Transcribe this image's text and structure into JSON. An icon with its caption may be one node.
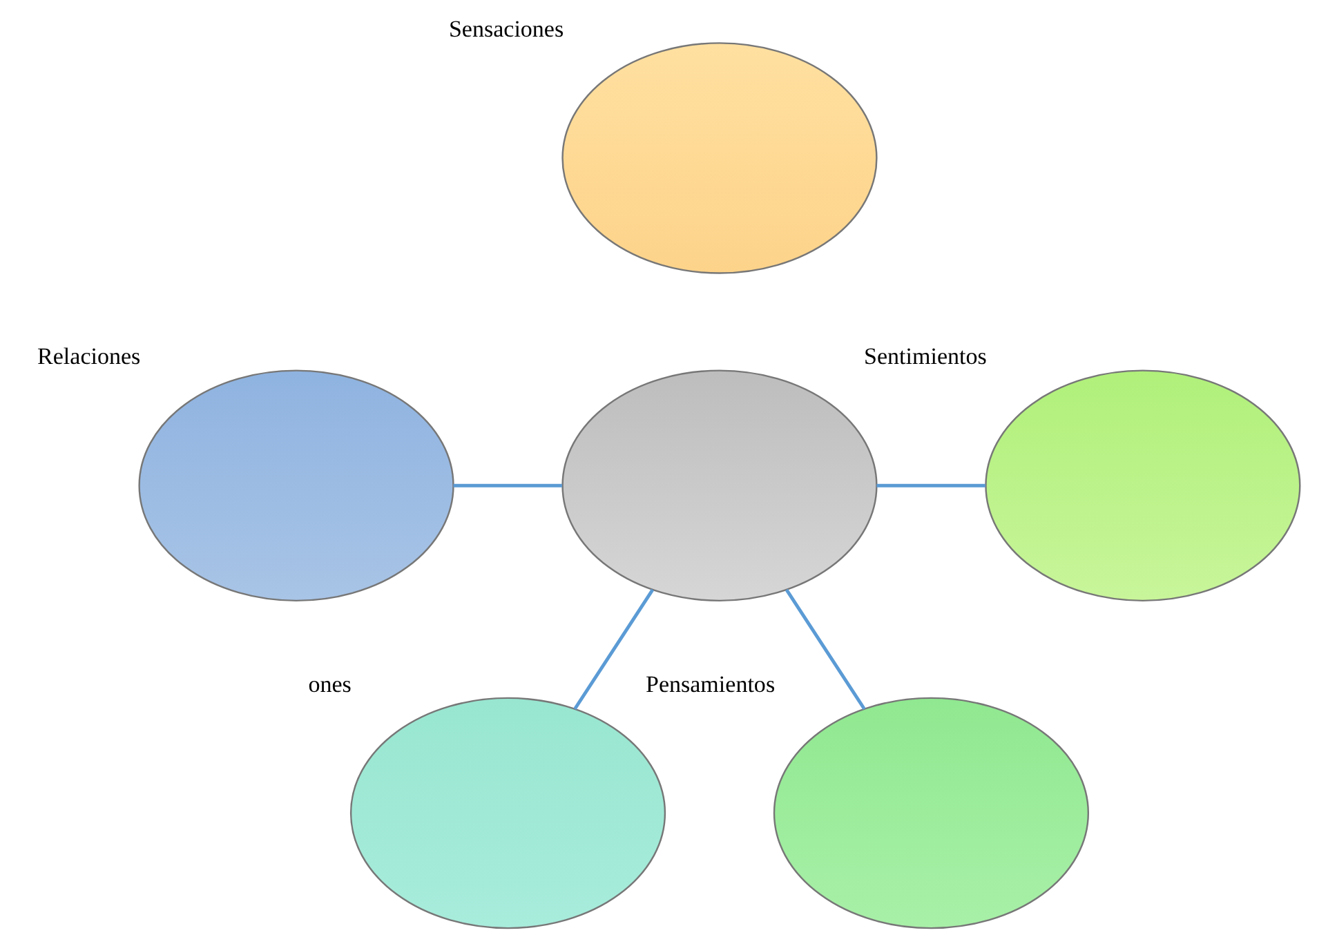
{
  "diagram": {
    "nodes": [
      {
        "text": [],
        "shape": "ellipse",
        "beside": [
          "Sensaciones"
        ]
      },
      {
        "text": [],
        "shape": "ellipse",
        "beside": [
          "Relaciones"
        ]
      },
      {
        "text": [],
        "shape": "ellipse",
        "beside": [
          "Sentimientos"
        ]
      },
      {
        "text": [],
        "shape": "ellipse"
      },
      {
        "text": [],
        "shape": "ellipse",
        "beside": [
          "ones"
        ]
      },
      {
        "text": [],
        "shape": "ellipse",
        "beside": [
          "Pensamientos"
        ]
      }
    ],
    "edges": [
      {
        "from": 3,
        "to": 1,
        "arrow": "none"
      },
      {
        "from": 3,
        "to": 2,
        "arrow": "none"
      },
      {
        "from": 3,
        "to": 4,
        "arrow": "none"
      },
      {
        "from": 3,
        "to": 5,
        "arrow": "none"
      }
    ]
  }
}
